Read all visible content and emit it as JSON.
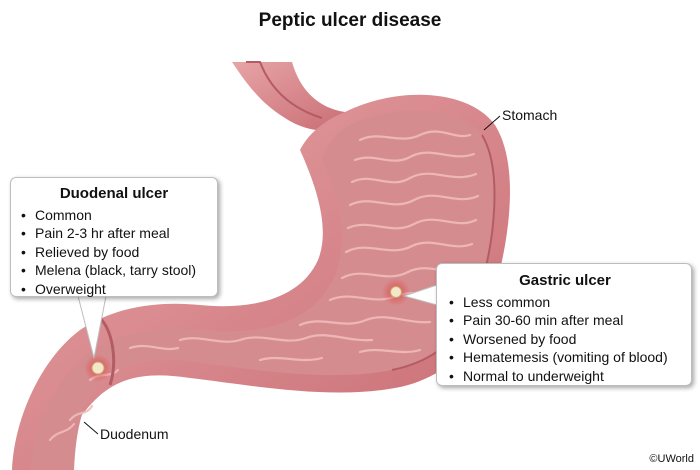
{
  "title": "Peptic ulcer disease",
  "labels": {
    "stomach": "Stomach",
    "duodenum": "Duodenum"
  },
  "duodenal_ulcer": {
    "heading": "Duodenal ulcer",
    "items": [
      "Common",
      "Pain 2-3 hr after meal",
      "Relieved by food",
      "Melena (black, tarry stool)",
      "Overweight"
    ]
  },
  "gastric_ulcer": {
    "heading": "Gastric ulcer",
    "items": [
      "Less common",
      "Pain 30-60 min after meal",
      "Worsened by food",
      "Hematemesis (vomiting of blood)",
      "Normal to underweight"
    ]
  },
  "copyright": "©UWorld",
  "colors": {
    "tissue_outer": "#d9888c",
    "tissue_inner": "#c9777d",
    "mucosa": "#d58c8f",
    "rugae": "#f1bcbc",
    "ulcer": "#f3e6c9",
    "inflammation": "#e03a3a"
  }
}
